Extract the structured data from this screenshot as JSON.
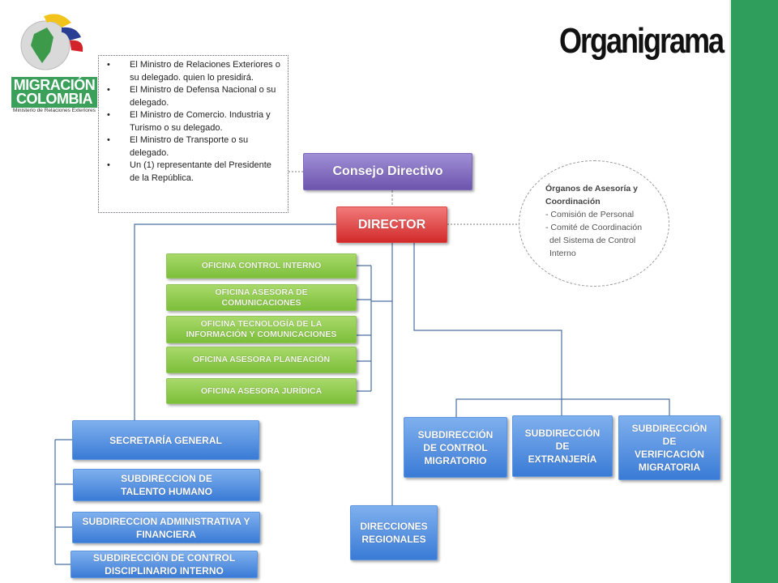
{
  "title": "Organigrama",
  "logo": {
    "line1": "MIGRACIÓN",
    "line2": "COLOMBIA",
    "subtitle": "Ministerio de Relaciones Exteriores"
  },
  "consejo_members": [
    "El Ministro de Relaciones Exteriores o su delegado. quien lo presidirá.",
    "El Ministro de Defensa Nacional o su delegado.",
    "El Ministro de Comercio. Industria y Turismo o su delegado.",
    "El Ministro de Transporte o su delegado.",
    "Un (1) representante del Presidente de la República."
  ],
  "consejo": "Consejo Directivo",
  "director": "DIRECTOR",
  "organos": {
    "heading": "Órganos de Asesoría y Coordinación",
    "items": [
      "- Comisión de Personal",
      "- Comité de Coordinación",
      "del Sistema de Control Interno"
    ]
  },
  "oficinas": [
    "OFICINA CONTROL INTERNO",
    "OFICINA ASESORA DE COMUNICACIONES",
    "OFICINA TECNOLOGÍA DE LA INFORMACIÓN Y COMUNICACIONES",
    "OFICINA ASESORA PLANEACIÓN",
    "OFICINA ASESORA JURÍDICA"
  ],
  "secretaria": {
    "name": "SECRETARÍA GENERAL",
    "children": [
      "SUBDIRECCION DE TALENTO HUMANO",
      "SUBDIRECCION ADMINISTRATIVA Y FINANCIERA",
      "SUBDIRECCIÓN DE CONTROL DISCIPLINARIO INTERNO"
    ]
  },
  "subdirecciones": [
    "SUBDIRECCIÓN DE CONTROL MIGRATORIO",
    "SUBDIRECCIÓN DE EXTRANJERÍA",
    "SUBDIRECCIÓN DE VERIFICACIÓN MIGRATORIA"
  ],
  "regionales": "DIRECCIONES REGIONALES",
  "colors": {
    "green_bar": "#2f9e5c",
    "office_green": "#8cc84b",
    "blue": "#4f8fe0",
    "red": "#e04040",
    "purple": "#7d68bf"
  }
}
